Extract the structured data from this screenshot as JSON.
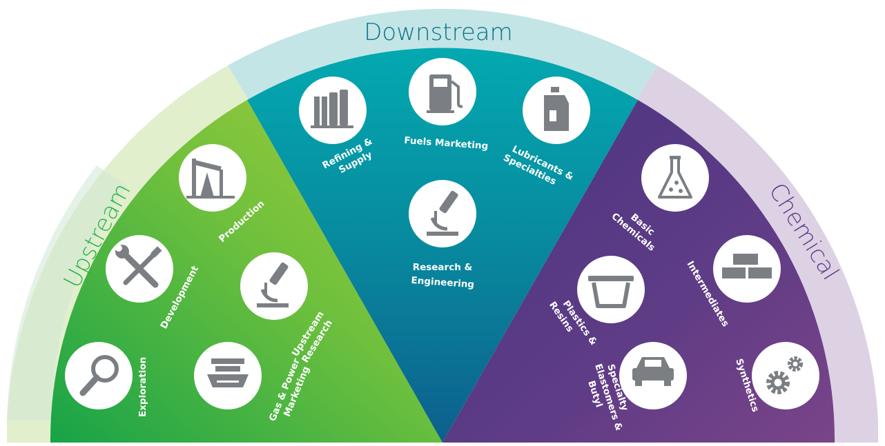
{
  "sections": {
    "upstream": {
      "title": "Upstream",
      "accent": "#2bb44a",
      "items": {
        "production": {
          "label": "Production",
          "icon": "pump-jack-icon"
        },
        "development": {
          "label": "Development",
          "icon": "tools-icon"
        },
        "upstream_research": {
          "label_line1": "Upstream",
          "label_line2": "Research",
          "icon": "microscope-icon"
        },
        "exploration": {
          "label": "Exploration",
          "icon": "magnifier-icon"
        },
        "gas_power": {
          "label_line1": "Gas & Power",
          "label_line2": "Marketing",
          "icon": "lng-ship-icon"
        }
      }
    },
    "downstream": {
      "title": "Downstream",
      "accent": "#0a7f96",
      "items": {
        "refining": {
          "label_line1": "Refining &",
          "label_line2": "Supply",
          "icon": "refinery-icon"
        },
        "fuels": {
          "label": "Fuels Marketing",
          "icon": "fuel-pump-icon"
        },
        "lubricants": {
          "label_line1": "Lubricants &",
          "label_line2": "Specialties",
          "icon": "oil-jug-icon"
        },
        "research_eng": {
          "label_line1": "Research &",
          "label_line2": "Engineering",
          "icon": "microscope-icon"
        }
      }
    },
    "chemical": {
      "title": "Chemical",
      "accent": "#5c3a86",
      "items": {
        "basic": {
          "label_line1": "Basic",
          "label_line2": "Chemicals",
          "icon": "flask-icon"
        },
        "intermediates": {
          "label": "Intermediates",
          "icon": "bricks-icon"
        },
        "plastics": {
          "label_line1": "Plastics &",
          "label_line2": "Resins",
          "icon": "tub-icon"
        },
        "elastomers": {
          "label_line1": "Specialty",
          "label_line2": "Elastomers &",
          "label_line3": "Butyl",
          "icon": "car-icon"
        },
        "synthetics": {
          "label": "Synthetics",
          "icon": "gears-icon"
        }
      }
    }
  }
}
